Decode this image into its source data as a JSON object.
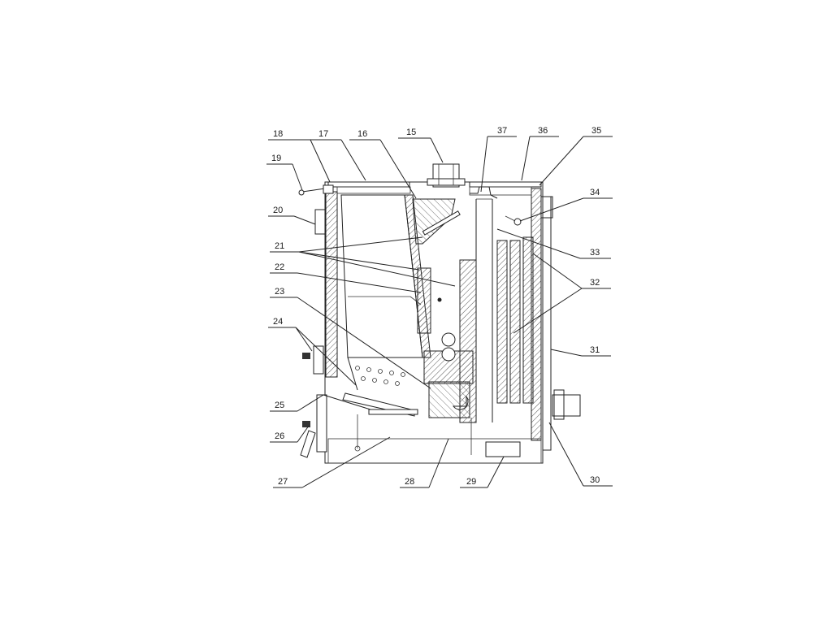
{
  "callouts": [
    {
      "id": "15",
      "label": "15"
    },
    {
      "id": "16",
      "label": "16"
    },
    {
      "id": "17",
      "label": "17"
    },
    {
      "id": "18",
      "label": "18"
    },
    {
      "id": "19",
      "label": "19"
    },
    {
      "id": "20",
      "label": "20"
    },
    {
      "id": "21",
      "label": "21"
    },
    {
      "id": "22",
      "label": "22"
    },
    {
      "id": "23",
      "label": "23"
    },
    {
      "id": "24",
      "label": "24"
    },
    {
      "id": "25",
      "label": "25"
    },
    {
      "id": "26",
      "label": "26"
    },
    {
      "id": "27",
      "label": "27"
    },
    {
      "id": "28",
      "label": "28"
    },
    {
      "id": "29",
      "label": "29"
    },
    {
      "id": "30",
      "label": "30"
    },
    {
      "id": "31",
      "label": "31"
    },
    {
      "id": "32",
      "label": "32"
    },
    {
      "id": "33",
      "label": "33"
    },
    {
      "id": "34",
      "label": "34"
    },
    {
      "id": "35",
      "label": "35"
    },
    {
      "id": "36",
      "label": "36"
    },
    {
      "id": "37",
      "label": "37"
    }
  ],
  "colors": {
    "line": "#222222",
    "hatch": "#555555",
    "background": "#ffffff"
  }
}
